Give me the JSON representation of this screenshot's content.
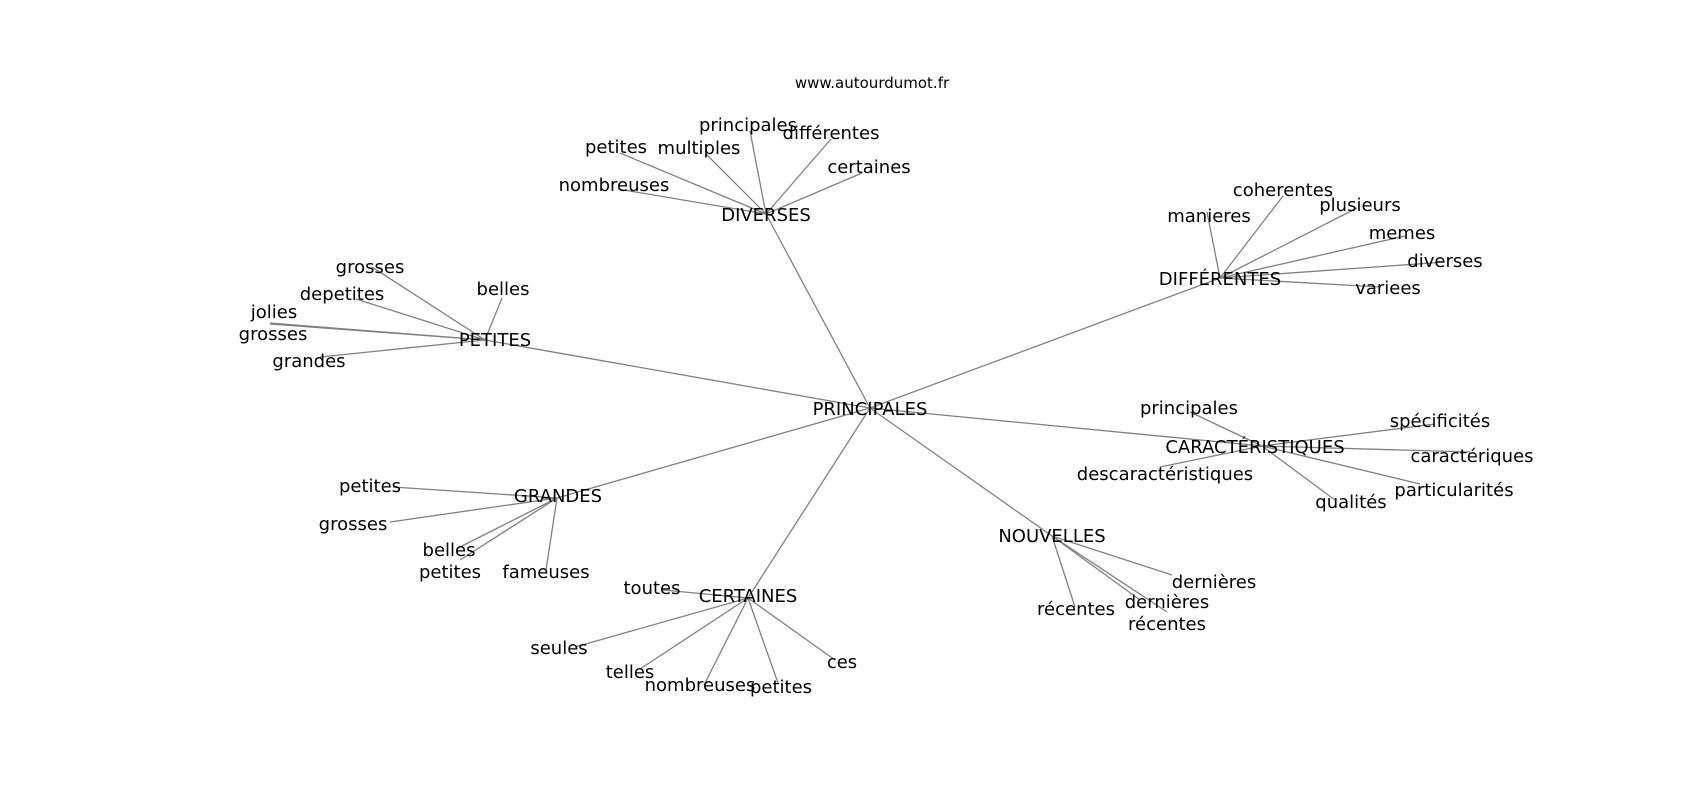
{
  "watermark": "www.autourdumot.fr",
  "colors": {
    "edge": "#808080",
    "text": "#000000",
    "background": "#ffffff"
  },
  "root": "PRINCIPALES",
  "branches": [
    {
      "label": "DIVERSES",
      "leaves": [
        "principales",
        "petites",
        "multiples",
        "différentes",
        "certaines",
        "nombreuses"
      ]
    },
    {
      "label": "DIFFÉRENTES",
      "leaves": [
        "coherentes",
        "manieres",
        "plusieurs",
        "memes",
        "diverses",
        "variees"
      ]
    },
    {
      "label": "PETITES",
      "leaves": [
        "grosses",
        "belles",
        "depetites",
        "jolies",
        "grosses",
        "grandes"
      ]
    },
    {
      "label": "CARACTÉRISTIQUES",
      "leaves": [
        "principales",
        "spécificités",
        "caractériques",
        "descaractéristiques",
        "particularités",
        "qualités"
      ]
    },
    {
      "label": "GRANDES",
      "leaves": [
        "petites",
        "grosses",
        "belles",
        "petites",
        "fameuses"
      ]
    },
    {
      "label": "NOUVELLES",
      "leaves": [
        "dernières",
        "dernières",
        "récentes",
        "récentes"
      ]
    },
    {
      "label": "CERTAINES",
      "leaves": [
        "toutes",
        "seules",
        "telles",
        "nombreuses",
        "petites",
        "ces"
      ]
    }
  ]
}
